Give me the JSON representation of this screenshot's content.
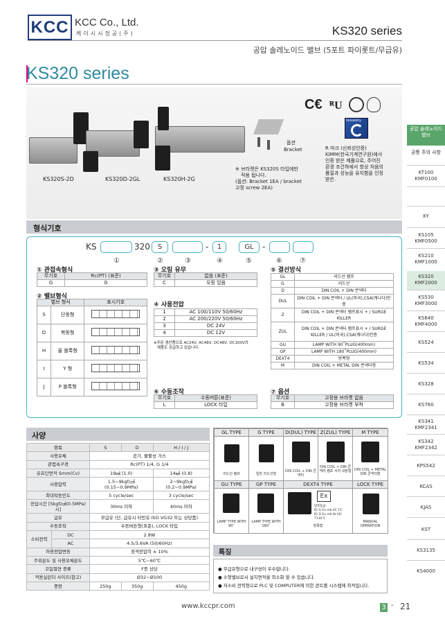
{
  "header": {
    "logo": "KCC",
    "company": "KCC Co., Ltd.",
    "company_kr": "케이시시정공(주)",
    "series": "KS320 series",
    "subtitle": "공압 솔레노이드 밸브 (5포트 파이롯트/무급유)"
  },
  "title": "KS320 series",
  "photo": {
    "captions": [
      "KS320S-2D",
      "KS320D-2GL",
      "KS320H-2G"
    ],
    "option_label": "옵션",
    "bracket": "Bracket",
    "bracket_note": [
      "※ 브라켓은 KS320S 타입에만",
      "적용 됩니다.",
      "(옵션: Bracket 1EA / bracket",
      "고정 screw 2EA)"
    ],
    "reliability_label": "Reliability",
    "reliability_text": [
      "R 마크 (신뢰성인증)",
      "KIMM(한국기계연구원)에서",
      "인증 받은 제품으로, 주어진",
      "환경 조건하에서 항상 처음의",
      "품질과 성능을 유지함을 인정",
      "받은."
    ]
  },
  "model_section": {
    "title": "형식기호",
    "code": {
      "ks": "KS",
      "n320": "320",
      "s": "S",
      "one": "1",
      "gl": "GL",
      "dash": "-"
    },
    "numbers": [
      "①",
      "②",
      "③",
      "④",
      "⑤",
      "⑥",
      "⑦"
    ],
    "g1": {
      "title": "① 관접속형식",
      "headers": [
        "무기호",
        "Rc(PT) (표준)"
      ],
      "rows": [
        [
          "G",
          "G"
        ]
      ]
    },
    "g2": {
      "title": "② 밸브형식",
      "headers": [
        "밸브 형식",
        "표시기호"
      ],
      "rows": [
        [
          "S",
          "단동형"
        ],
        [
          "D",
          "복동형"
        ],
        [
          "H",
          "올 블록형"
        ],
        [
          "I",
          "Y 형"
        ],
        [
          "J",
          "P 블록형"
        ]
      ]
    },
    "g3": {
      "title": "③ 오링 유무",
      "headers": [
        "무기호",
        "없음 (표준)"
      ],
      "rows": [
        [
          "C",
          "오링 있음"
        ]
      ]
    },
    "g4": {
      "title": "④ 사용전압",
      "rows": [
        [
          "1",
          "AC 100/110V 50/60Hz"
        ],
        [
          "2",
          "AC 200/220V 50/60Hz"
        ],
        [
          "3",
          "DC 24V"
        ],
        [
          "4",
          "DC 12V"
        ]
      ],
      "note": [
        "※주문 생산품으로 AC24V, AC48V, DC48V, DC100V의",
        "제품도 공급하고 있습니다."
      ]
    },
    "g5": {
      "title": "⑤ 결선방식",
      "rows": [
        [
          "GL",
          "리드선 램프"
        ],
        [
          "G",
          "리드선"
        ],
        [
          "D",
          "DIN COIL + DIN 콘넥터"
        ],
        [
          "DUL",
          "DIN COIL + DIN 콘넥터 / UL(미국),CSA(캐나다)인증"
        ],
        [
          "Z",
          "DIN COIL + DIN 콘넥터 램프표시 + / SURGE KILLER"
        ],
        [
          "ZUL",
          "DIN COIL + DIN 콘넥터 램프표시 + / SURGE KILLER / UL(미국),CSA(캐나다)인증"
        ],
        [
          "GU",
          "LAMP WITH 90˚PLUG(400mm)"
        ],
        [
          "GP",
          "LAMP WITH 180˚PLUG(400mm)"
        ],
        [
          "DEXT4",
          "방폭형"
        ],
        [
          "M",
          "DIN COIL + METAL DIN 콘넥터형"
        ]
      ]
    },
    "g6": {
      "title": "⑥ 수동조작",
      "headers": [
        "무기호",
        "수동버튼(표준)"
      ],
      "rows": [
        [
          "L",
          "LOCK 타입"
        ]
      ]
    },
    "g7": {
      "title": "⑦ 옵션",
      "headers": [
        "무기호",
        "고정용 브라켓 없음"
      ],
      "rows": [
        [
          "B",
          "고정용 브라켓 부착"
        ]
      ]
    }
  },
  "spec": {
    "title": "사양",
    "headers": [
      "항목",
      "S",
      "D",
      "H / I / J"
    ],
    "rows": [
      [
        "사용유체",
        "공기, 불활성 가스"
      ],
      [
        "관접속구경",
        "Rc(PT) 1/4, G 1/4"
      ],
      [
        "유효단면적 Smm(Cv)",
        "19㎟ (1.0)",
        "14㎟ (0.8)"
      ],
      [
        "사용압력",
        "1.5~9kgf/㎠ (0.15~0.9MPa)",
        "2~9kgf/㎠ (0.2~0.9MPa)"
      ],
      [
        "최대작동빈도",
        "5 cycle/sec",
        "3 cycle/sec"
      ],
      [
        "응답시간 [5kgf/㎠(0.5MPa)시]",
        "30ms 이하",
        "40ms 이하"
      ],
      [
        "급유",
        "무급유 (단, 급유시 터빈유 ISO VG32 또는 상당품)"
      ],
      [
        "수동조작",
        "수동버튼형(표준), LOCK 타입"
      ],
      [
        "DC",
        "2.8W"
      ],
      [
        "AC",
        "4.5/3.6VA (50/60Hz)"
      ],
      [
        "허용전압변동",
        "정격전압의 ± 10%"
      ],
      [
        "주위온도 및 사용유체온도",
        "5℃~60℃"
      ],
      [
        "코일절연 종류",
        "F종 상당"
      ],
      [
        "적용실린더 사이즈(참고)",
        "Ø32~Ø100"
      ],
      [
        "중량",
        "250g",
        "350g",
        "450g"
      ]
    ],
    "power_label": "소비전력"
  },
  "types": {
    "row1": [
      "GL TYPE",
      "G TYPE",
      "D(DUL) TYPE",
      "Z(ZUL) TYPE",
      "M TYPE"
    ],
    "row1_desc": [
      "리드선 램프",
      "일반 리드선형",
      "DIN COIL + DIN 콘넥터",
      "DIN COIL + DIN 콘넥터 램프 서지 내장형",
      "DIN COIL + METAL DIN 콘넥터형"
    ],
    "row2": [
      "GU TYPE",
      "GP TYPE",
      "DEXT4 TYPE",
      "LOCK TYPE"
    ],
    "row2_desc": [
      "LAMP TYPE WITH 90˚",
      "LAMP TYPE WITH 180˚",
      "방폭형",
      "MANUAL OPERATION"
    ],
    "ex": "Ex",
    "ex_lines": [
      "방폭등급",
      "Ⅱ2 G Ex mb IIC T4",
      "Ⅱ2 D Ex mb tb IIIC T130℃"
    ]
  },
  "features": {
    "title": "특징",
    "items": [
      "● 무급유형으로 내구성이 우수합니다.",
      "● 소형밸브로서 설치면적을 최소화 할 수 있습니다.",
      "● 저소비 전력형으로 PLC 및 COMPUTER에 의한 콘트롤 시스템에 최적입니다."
    ]
  },
  "sidebar": {
    "active": "공압 솔레노이드 밸브",
    "items": [
      "공통 주의 사항",
      "KT100 KMF0100",
      "KY",
      "KS105 KMF0500",
      "KS210 KMF1000",
      "KS320 KMF2000",
      "KS530 KMF3000",
      "KS640 KMF4000",
      "KS524",
      "KS534",
      "KS328",
      "KS760",
      "KS341 KMF2341",
      "KS342 KMF2342",
      "KPS542",
      "KCAS",
      "KJAS",
      "KST",
      "KS3135",
      "KS4000"
    ]
  },
  "footer": {
    "url": "www.kccpr.com",
    "chapter": "3",
    "dash": "-",
    "page": "21"
  },
  "colors": {
    "accent": "#2f8aa0",
    "magenta": "#e6007e",
    "green": "#5aa56a",
    "teal": "#48b0c0"
  }
}
